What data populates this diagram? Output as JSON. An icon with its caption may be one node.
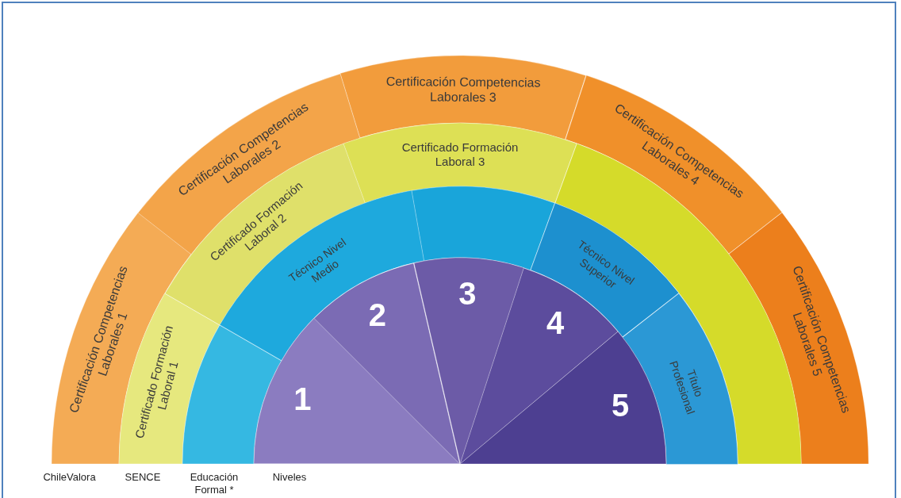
{
  "diagram": {
    "nodes": [
      {
        "text": [
          "Certificación Competencias Laborales 1"
        ]
      },
      {
        "text": [
          "Certificación Competencias Laborales 2"
        ]
      },
      {
        "text": [
          "Certificación Competencias Laborales 3"
        ]
      },
      {
        "text": [
          "Certificación Competencias Laborales 4"
        ]
      },
      {
        "text": [
          "Certificación Competencias Laborales 5"
        ]
      },
      {
        "text": [
          "Certificado Formación Laboral 1"
        ]
      },
      {
        "text": [
          "Certificado Formación Laboral 2"
        ]
      },
      {
        "text": [
          "Certificado Formación Laboral 3"
        ]
      },
      {
        "text": [],
        "shape": "sector"
      },
      {
        "text": [],
        "shape": "sector"
      },
      {
        "text": [
          "Técnico Nivel Medio"
        ]
      },
      {
        "text": [],
        "shape": "sector"
      },
      {
        "text": [
          "Técnico Nivel Superior"
        ]
      },
      {
        "text": [
          "Título Profesional"
        ]
      },
      {
        "text": [
          "1"
        ]
      },
      {
        "text": [
          "2"
        ]
      },
      {
        "text": [
          "3"
        ]
      },
      {
        "text": [
          "4"
        ]
      },
      {
        "text": [
          "5"
        ]
      }
    ],
    "labels": [
      "ChileValora",
      "SENCE",
      "Educación Formal *",
      "Niveles"
    ]
  }
}
